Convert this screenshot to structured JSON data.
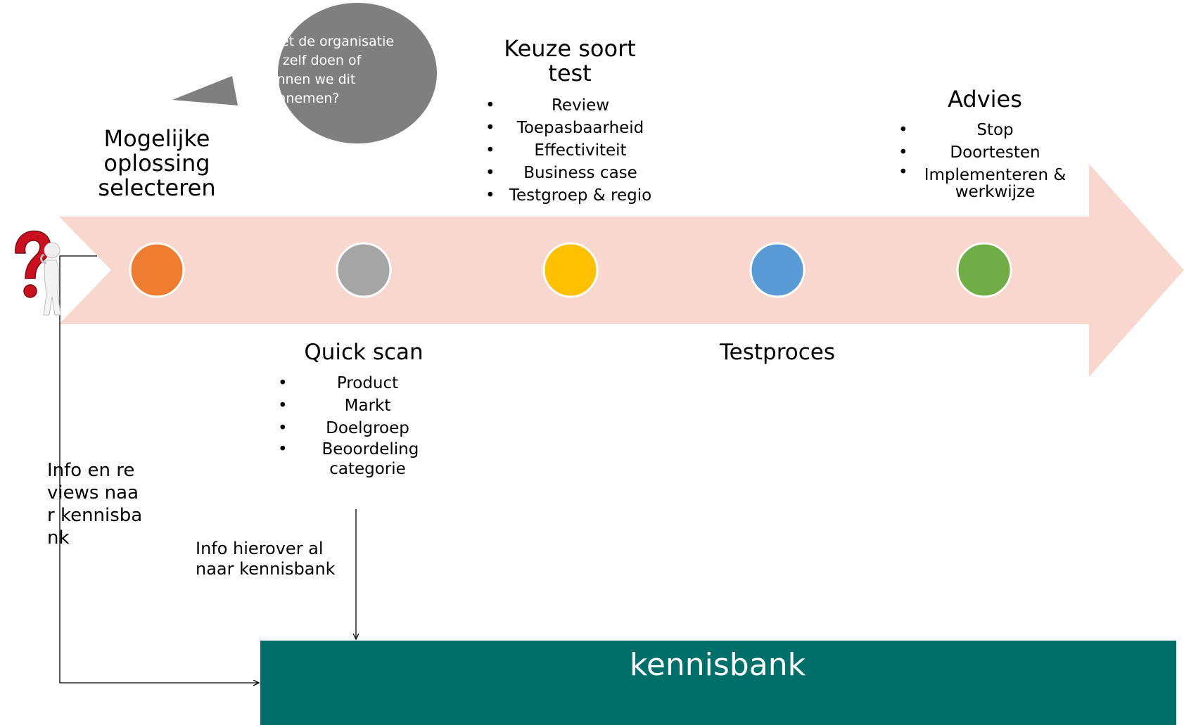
{
  "colors": {
    "arrow": "#f8d7cf",
    "node_orange": "#ed7d31",
    "node_gray": "#a5a5a5",
    "node_yellow": "#ffc000",
    "node_blue": "#5b9bd5",
    "node_green": "#70ad47",
    "bubble": "#7f7f7f",
    "kennisbank": "#006f6a"
  },
  "speech_bubble": {
    "text": "Moet de organisatie dit zelf doen of kunnen we dit aannemen?"
  },
  "steps": {
    "step1": {
      "title": "Mogelijke oplossing selecteren"
    },
    "step2": {
      "title": "Quick scan",
      "items": [
        "Product",
        "Markt",
        "Doelgroep",
        "Beoordeling categorie"
      ]
    },
    "step3": {
      "title": "Keuze soort test",
      "items": [
        "Review",
        "Toepasbaarheid",
        "Effectiviteit",
        "Business case",
        "Testgroep & regio"
      ]
    },
    "step4": {
      "title": "Testproces"
    },
    "step5": {
      "title": "Advies",
      "items": [
        "Stop",
        "Doortesten",
        "Implementeren & werkwijze"
      ]
    }
  },
  "notes": {
    "left_note": "Info en reviews naar kennisbank",
    "middle_note": "Info hierover al naar kennisbank"
  },
  "kennisbank": {
    "label": "kennisbank"
  },
  "icons": {
    "start": "question-mark-thinking-figure-icon"
  }
}
